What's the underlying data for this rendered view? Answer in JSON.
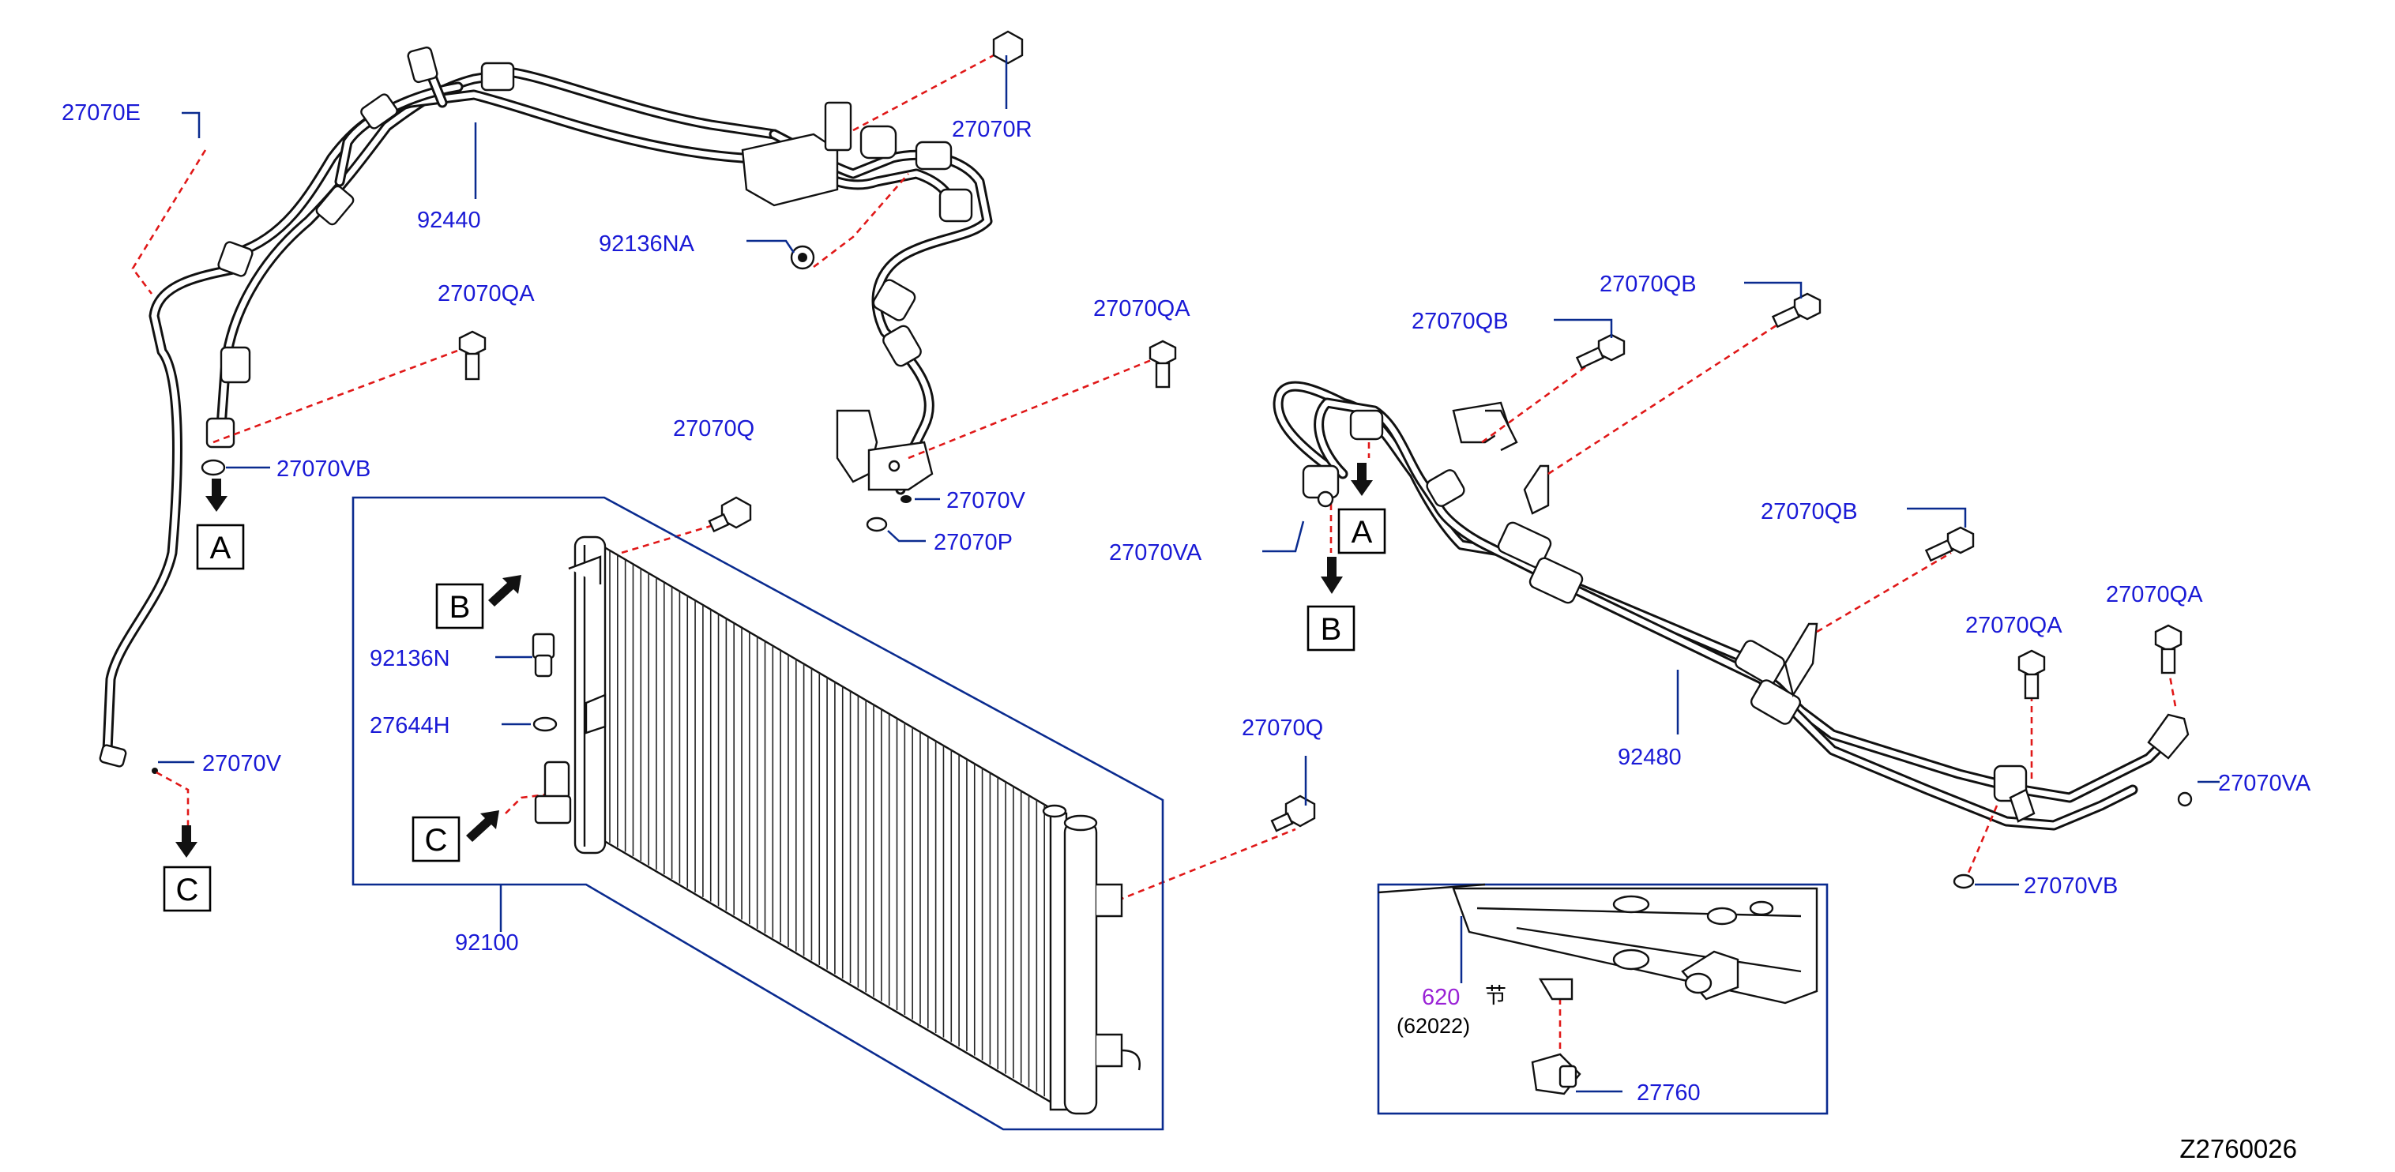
{
  "diagram_id": "Z2760026",
  "part_labels": {
    "p27070E": "27070E",
    "p92440": "92440",
    "p27070R": "27070R",
    "p92136NA": "92136NA",
    "p27070QA_top": "27070QA",
    "p27070QA_mid": "27070QA",
    "p27070VB_left": "27070VB",
    "p27070Q_top": "27070Q",
    "p27070V_mid": "27070V",
    "p27070P": "27070P",
    "p92136N": "92136N",
    "p27644H": "27644H",
    "p27070V_left": "27070V",
    "p92100": "92100",
    "p27070Q_right": "27070Q",
    "p27070QB_1": "27070QB",
    "p27070QB_2": "27070QB",
    "p27070QB_3": "27070QB",
    "p27070VA_left": "27070VA",
    "p92480": "92480",
    "p27070QA_r1": "27070QA",
    "p27070QA_r2": "27070QA",
    "p27070VA_right": "27070VA",
    "p27070VB_right": "27070VB",
    "p620": "620",
    "p62022": "(62022)",
    "p27760": "27760",
    "sect_symbol": "节"
  },
  "callouts": {
    "a": "A",
    "b": "B",
    "c": "C"
  },
  "colors": {
    "part_number": "#1a1ad6",
    "reference_number": "#9a22d6",
    "leader_line": "#0a2b8f",
    "dashed_leader": "#e01818",
    "outline": "#111111"
  }
}
